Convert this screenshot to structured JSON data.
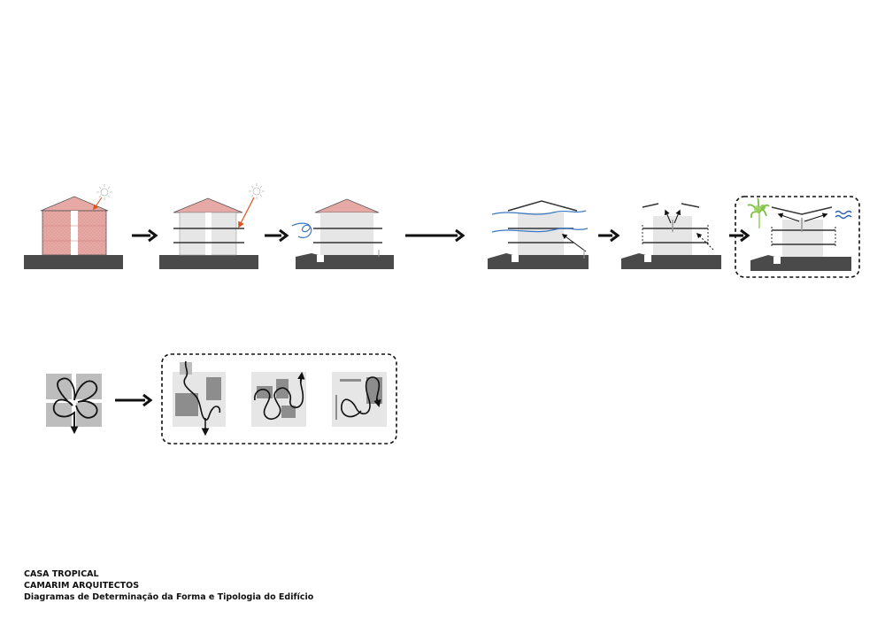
{
  "caption": {
    "line1": "CASA TROPICAL",
    "line2": "CAMARIM ARQUITECTOS",
    "line3": "Diagramas de Determinação da Forma e Tipologia do Edifício"
  },
  "colors": {
    "ground": "#4a4a4a",
    "roof": "#e7a9a6",
    "brick": "#e7a9a6",
    "light_block": "#e6e6e6",
    "mid_block": "#bdbdbd",
    "dark_block": "#8d8d8d",
    "wind": "#3a78c0",
    "sun": "#c7c7c7",
    "sun_ray": "#d9531e",
    "tree": "#7bc043",
    "water": "#2b62b6",
    "line": "#111111"
  },
  "icons": [
    "sun-icon",
    "wind-icon",
    "palm-tree-icon",
    "water-waves-icon",
    "arrow-icon"
  ]
}
